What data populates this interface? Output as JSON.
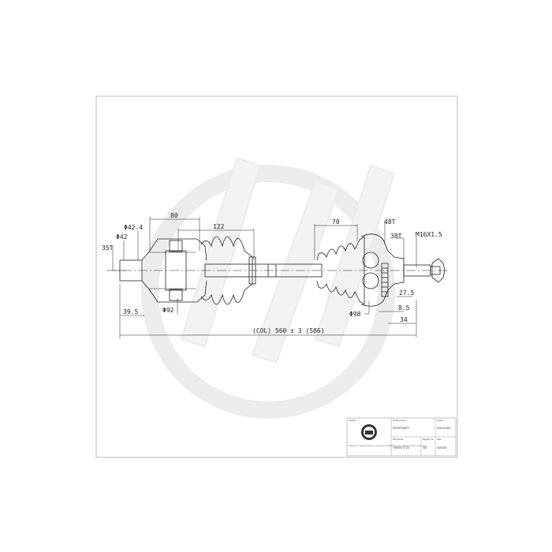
{
  "drawing": {
    "dimensions": {
      "splines_inner": "35T",
      "dia_42": "Φ42",
      "dia_42_4": "Φ42.4",
      "len_80": "80",
      "len_122": "122",
      "len_39_5": "39.5",
      "dia_92": "Φ92",
      "overall_length": "(COL) 560 ± 3 (586)",
      "len_70": "70",
      "abs_ring_teeth": "48T",
      "splines_outer": "38T",
      "thread": "M16X1.5",
      "len_27_5": "27.5",
      "len_8_5": "8.5",
      "len_34": "34",
      "dia_98": "Φ98"
    }
  },
  "title_block": {
    "supplier_label": "Supplier",
    "supplier_address": "SMK Maciej S. Adamczewski Sp.k. Papiernicza 6 05-830 Mikoszowo, Poland info@smk.pl www.smk.pl",
    "product_name_label": "Product name",
    "product_name": "DRIVESHAFT",
    "symbol_label": "Symbol",
    "symbol": "K0SV126N",
    "oe_number_label": "OE Number",
    "oe_number": "TW04071T2A",
    "diagram_no_label": "Diagram No",
    "diagram_no": "001",
    "date_label": "Date",
    "date": "03/2025"
  },
  "colors": {
    "line": "#222222",
    "watermark": "#f1f1f1",
    "frame": "#bbbbbb"
  }
}
